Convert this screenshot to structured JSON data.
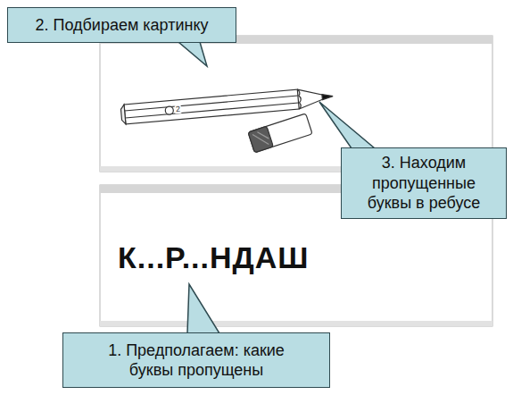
{
  "diagram": {
    "nodes": [
      {
        "text": [
          "2. Подбираем картинку"
        ]
      },
      {
        "text": [
          "3. Находим пропущенные буквы в ребусе"
        ]
      },
      {
        "text": [
          "К...Р...НДАШ"
        ]
      },
      {
        "text": [
          "1. Предполагаем: какие буквы пропущены"
        ]
      }
    ],
    "labels": [
      "2"
    ]
  }
}
